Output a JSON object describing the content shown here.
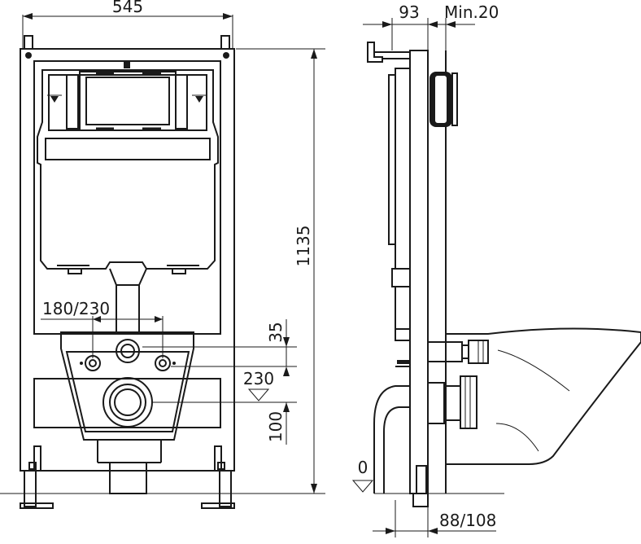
{
  "dimensions": {
    "frame_width": "545",
    "depth": "93",
    "wall_clearance": "Min.20",
    "frame_height": "1135",
    "hole_spacing": "180/230",
    "offset_35": "35",
    "flush_height": "230",
    "outlet_height": "100",
    "floor_level": "0",
    "foot_depth": "88/108"
  }
}
